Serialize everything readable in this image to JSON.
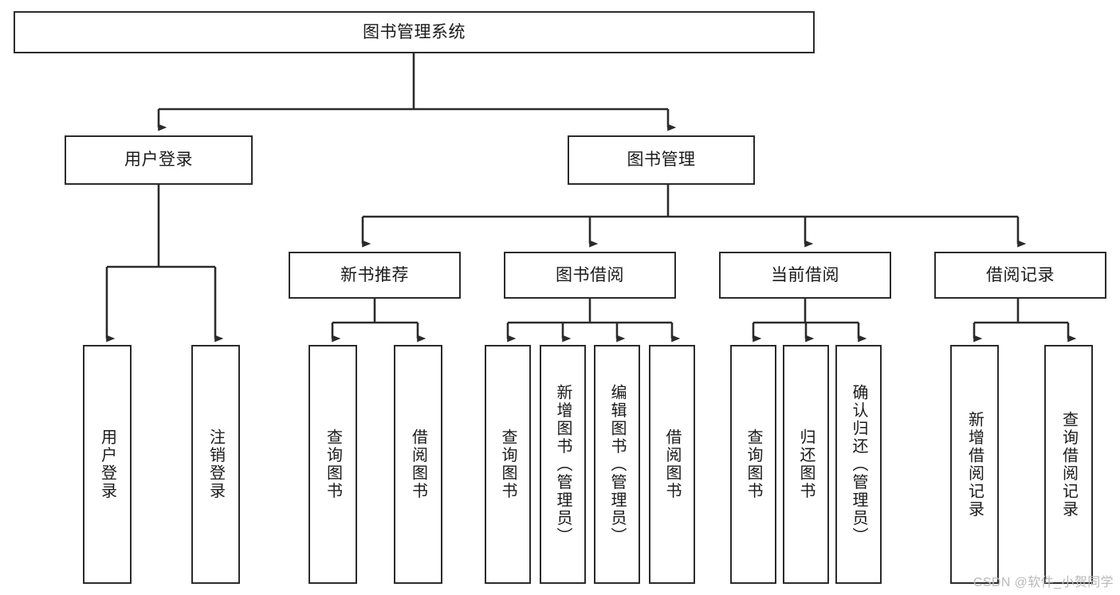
{
  "diagram": {
    "type": "tree",
    "title": "图书管理系统",
    "watermark": "CSDN @软件_小贺同学",
    "colors": {
      "stroke": "#2b2b2b",
      "fill": "#ffffff",
      "text": "#1a1a1a",
      "watermark": "#b9b9b9"
    },
    "levels": {
      "root": {
        "label": "图书管理系统"
      },
      "level2": [
        {
          "label": "用户登录"
        },
        {
          "label": "图书管理"
        }
      ],
      "level3": [
        {
          "label": "新书推荐"
        },
        {
          "label": "图书借阅"
        },
        {
          "label": "当前借阅"
        },
        {
          "label": "借阅记录"
        }
      ],
      "leaves": {
        "user_login": [
          {
            "label": "用户登录"
          },
          {
            "label": "注销登录"
          }
        ],
        "new_book": [
          {
            "label": "查询图书"
          },
          {
            "label": "借阅图书"
          }
        ],
        "book_borrow": [
          {
            "label": "查询图书"
          },
          {
            "label": "新增图书（管理员）"
          },
          {
            "label": "编辑图书（管理员）"
          },
          {
            "label": "借阅图书"
          }
        ],
        "current_borrow": [
          {
            "label": "查询图书"
          },
          {
            "label": "归还图书"
          },
          {
            "label": "确认归还（管理员）"
          }
        ],
        "borrow_record": [
          {
            "label": "新增借阅记录"
          },
          {
            "label": "查询借阅记录"
          }
        ]
      }
    }
  }
}
